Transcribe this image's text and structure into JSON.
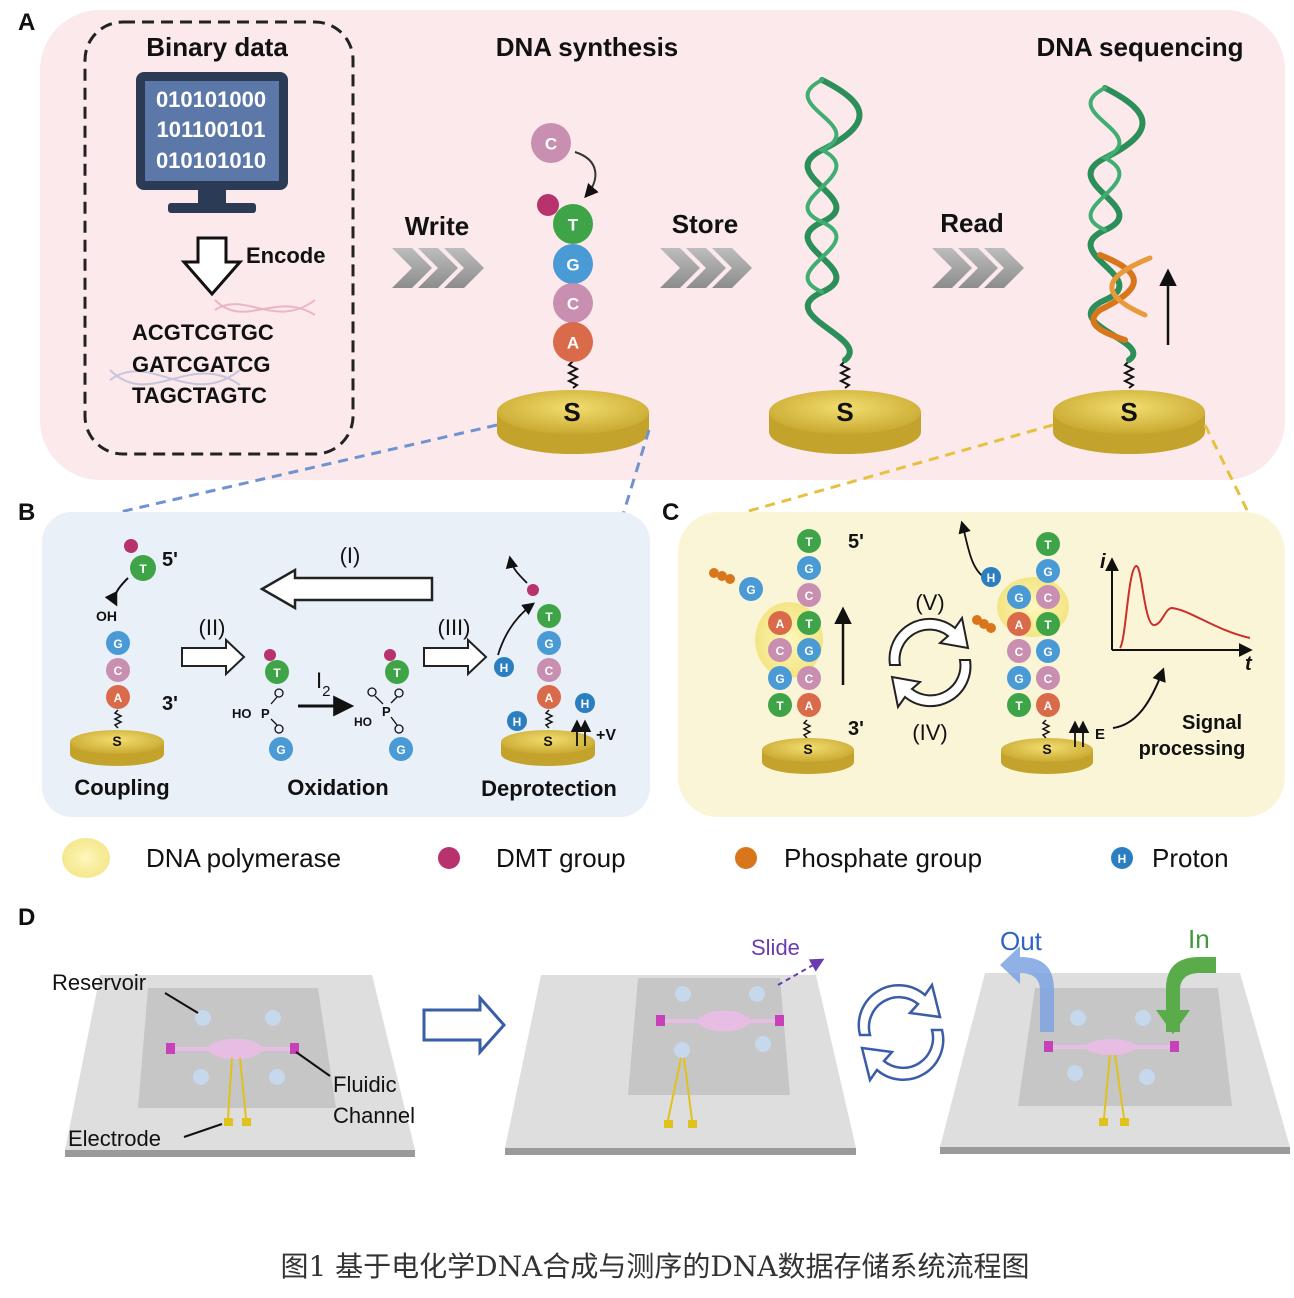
{
  "panels": {
    "A": "A",
    "B": "B",
    "C": "C",
    "D": "D"
  },
  "panel_a": {
    "binary_title": "Binary data",
    "binary_lines": [
      "010101000",
      "101100101",
      "010101010"
    ],
    "encode": "Encode",
    "sequences": [
      "ACGTCGTGC",
      "GATCGATCG",
      "TAGCTAGTC"
    ],
    "synthesis_title": "DNA synthesis",
    "sequencing_title": "DNA sequencing",
    "write": "Write",
    "store": "Store",
    "read": "Read",
    "incoming_base": "C",
    "strand_bases": [
      "T",
      "G",
      "C",
      "A"
    ],
    "sulfur": "S"
  },
  "panel_b": {
    "step_I": "(I)",
    "step_II": "(II)",
    "step_III": "(III)",
    "five_prime": "5'",
    "three_prime": "3'",
    "oh": "OH",
    "ho": "HO",
    "p": "P",
    "iodine": "I",
    "iodine_sub": "2",
    "plus_v": "+V",
    "coupling": "Coupling",
    "oxidation": "Oxidation",
    "deprotection": "Deprotection",
    "proton": "H"
  },
  "panel_c": {
    "five_prime": "5'",
    "three_prime": "3'",
    "step_V": "(V)",
    "step_IV": "(IV)",
    "e_label": "E",
    "signal": "Signal",
    "processing": "processing",
    "y_axis": "i",
    "x_axis": "t"
  },
  "legend": {
    "polymerase": "DNA polymerase",
    "dmt": "DMT group",
    "phosphate": "Phosphate group",
    "proton": "Proton"
  },
  "panel_d": {
    "reservoir": "Reservoir",
    "fluidic": "Fluidic",
    "channel": "Channel",
    "electrode": "Electrode",
    "slide": "Slide",
    "out": "Out",
    "in": "In"
  },
  "caption": "图1 基于电化学DNA合成与测序的DNA数据存储系统流程图",
  "colors": {
    "T": "#3fa447",
    "G": "#4a9ad6",
    "C": "#c98fb0",
    "A": "#d96a4a",
    "dmt": "#b8326e",
    "phosphate": "#d9761c",
    "proton": "#2b7fc0",
    "gold": "#d9c24a",
    "panel_a_bg": "#fbe9ec",
    "panel_b_bg": "#e9f0f8",
    "panel_c_bg": "#fbf5d8"
  }
}
